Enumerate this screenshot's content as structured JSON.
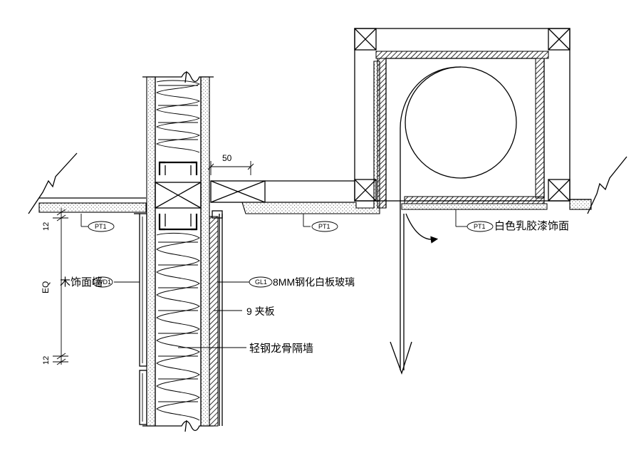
{
  "dimensions": {
    "width_50": "50",
    "gap_12_top": "12",
    "eq": "EQ",
    "gap_12_bottom": "12"
  },
  "tags": {
    "pt1_left": "PT1",
    "pt1_mid": "PT1",
    "pt1_right": "PT1",
    "gl1": "GL1",
    "wd1": "WD1"
  },
  "labels": {
    "white_latex_paint": "白色乳胶漆饰面",
    "tempered_glass": "8MM钢化白板玻璃",
    "wood_wall": "木饰面墙",
    "plywood_9": "9 夹板",
    "light_steel_wall": "轻钢龙骨隔墙"
  }
}
